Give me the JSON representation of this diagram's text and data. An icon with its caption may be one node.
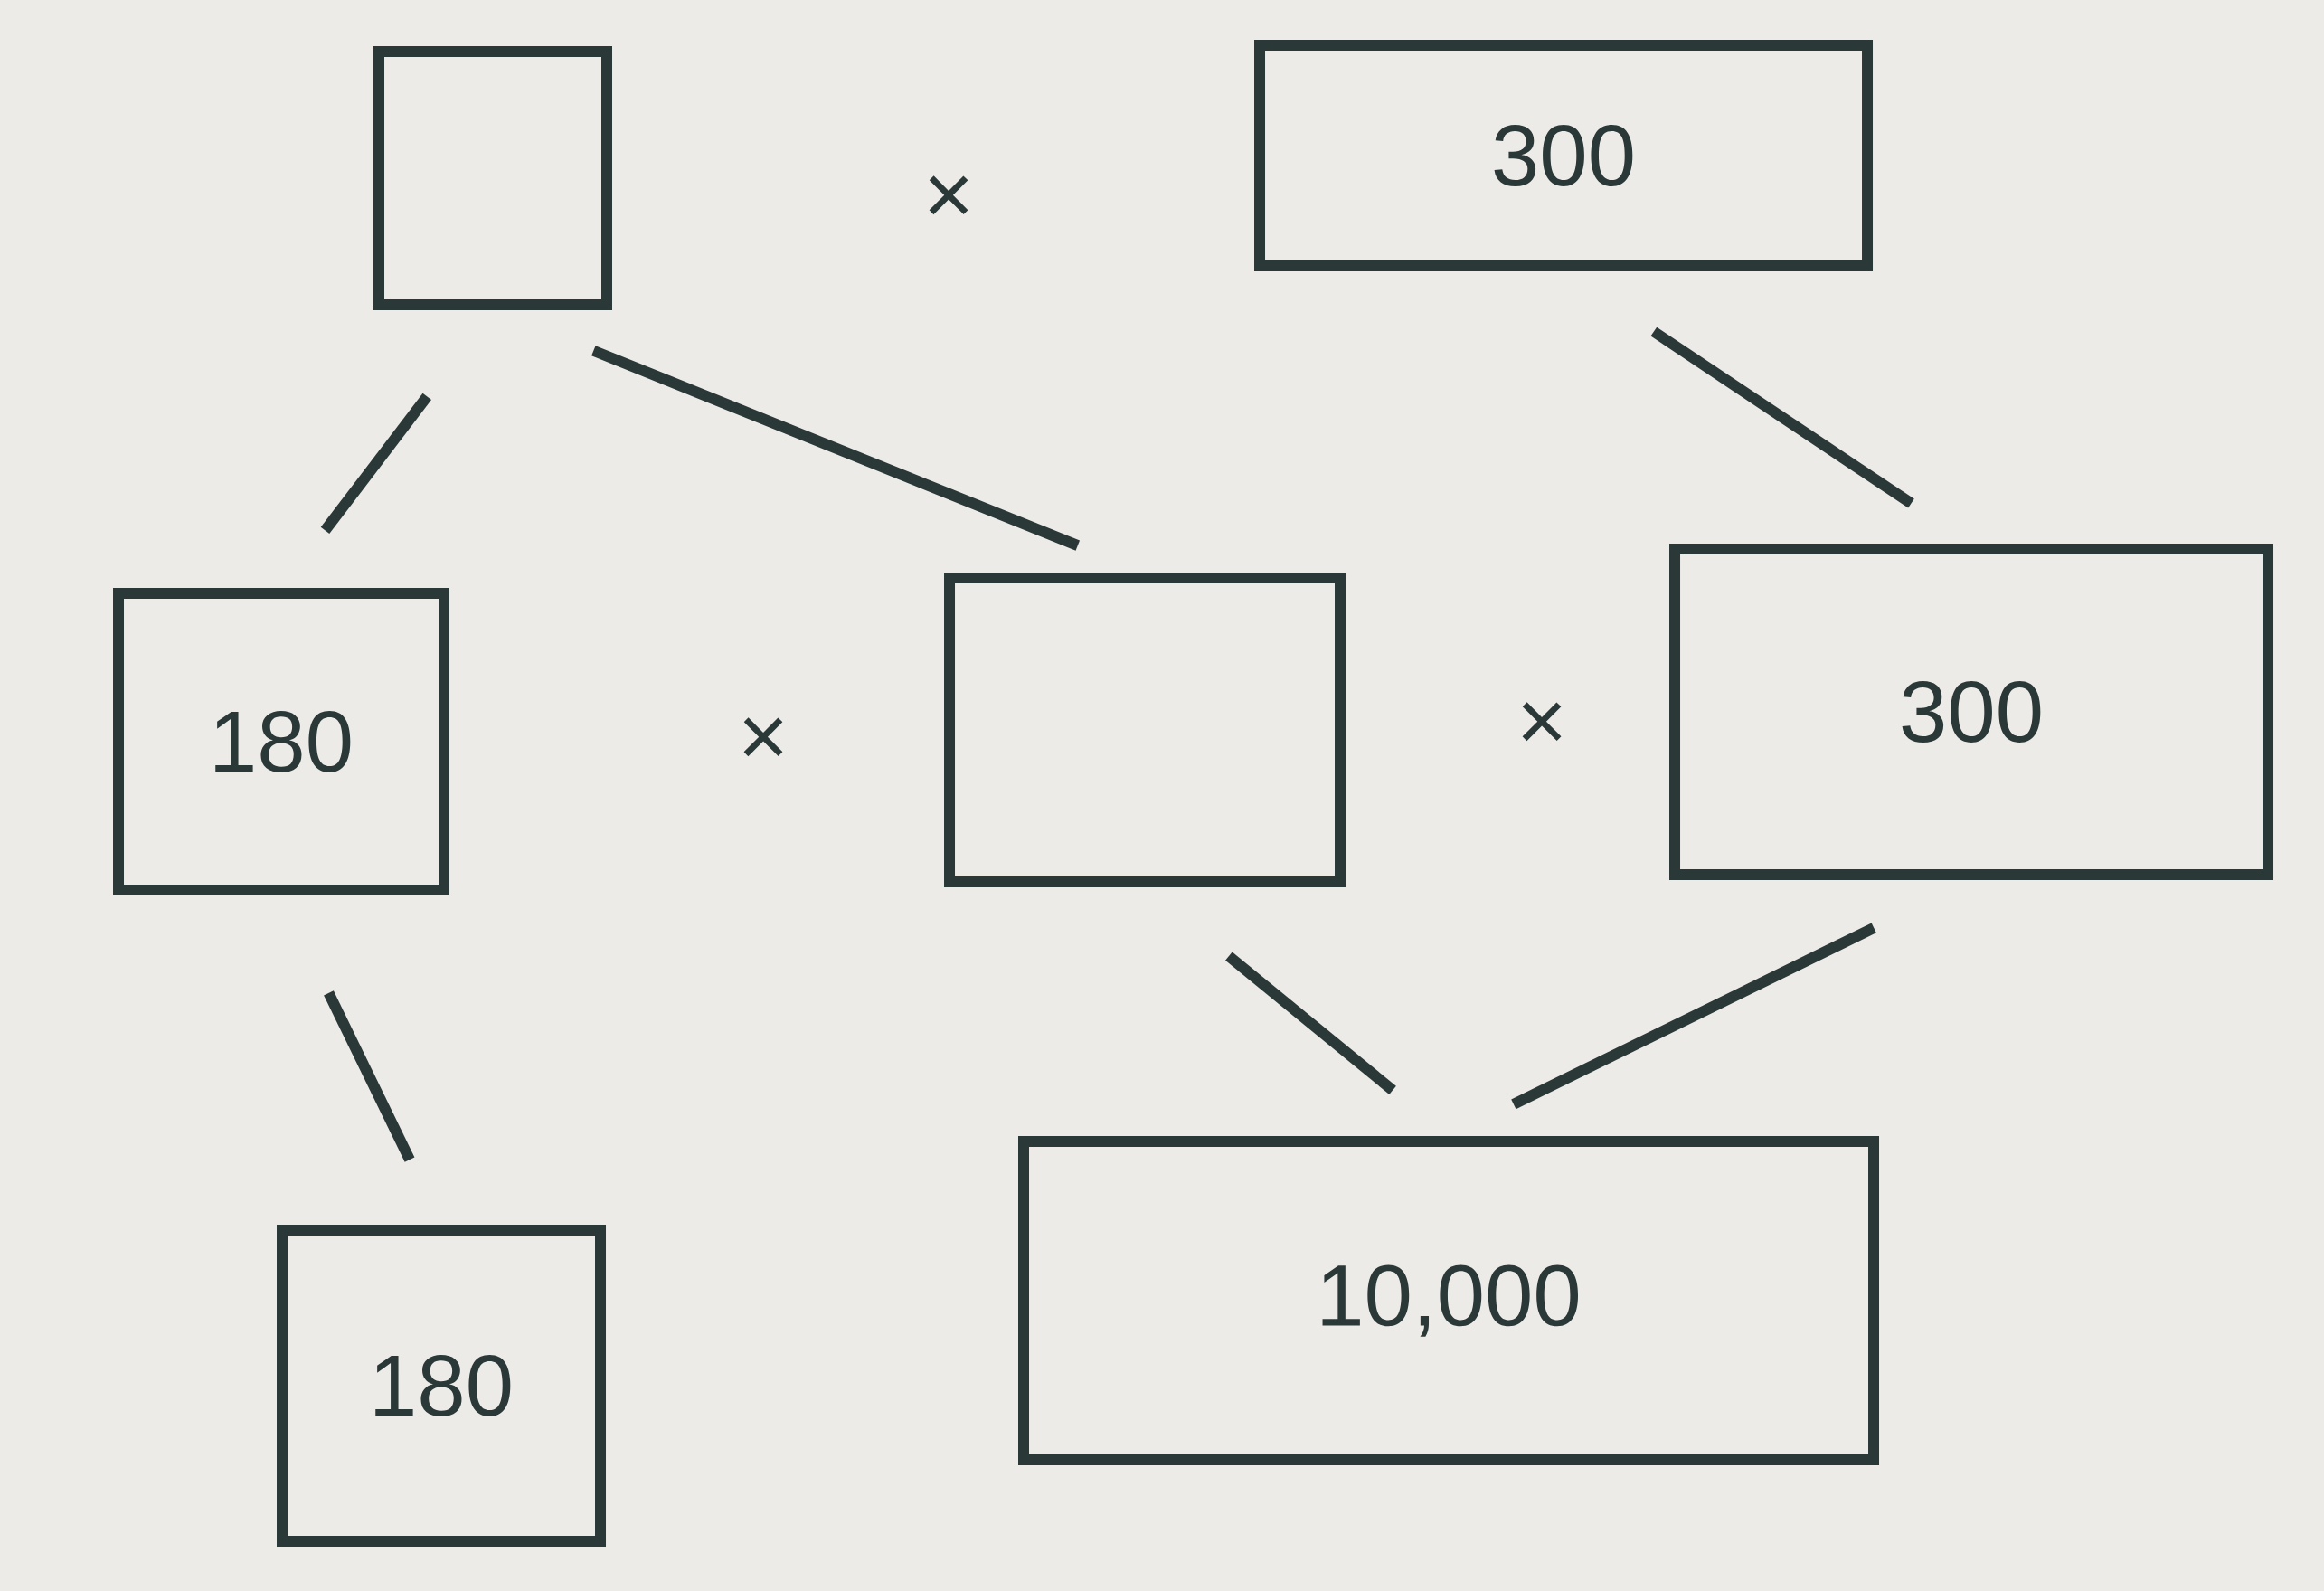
{
  "diagram": {
    "nodes": [
      {
        "text": [],
        "shape": "box"
      },
      {
        "text": [
          "300"
        ]
      },
      {
        "text": [
          "180"
        ]
      },
      {
        "text": [],
        "shape": "box"
      },
      {
        "text": [
          "300"
        ]
      },
      {
        "text": [
          "180"
        ]
      },
      {
        "text": [
          "10,000"
        ]
      }
    ],
    "edges": [
      {
        "from": 0,
        "to": 2,
        "arrow": "none"
      },
      {
        "from": 0,
        "to": 3,
        "arrow": "none"
      },
      {
        "from": 1,
        "to": 4,
        "arrow": "none"
      },
      {
        "from": 2,
        "to": 5,
        "arrow": "none"
      },
      {
        "from": 3,
        "to": 6,
        "arrow": "none"
      },
      {
        "from": 4,
        "to": 6,
        "arrow": "none"
      }
    ],
    "labels": [
      "×",
      "×",
      "×"
    ]
  }
}
